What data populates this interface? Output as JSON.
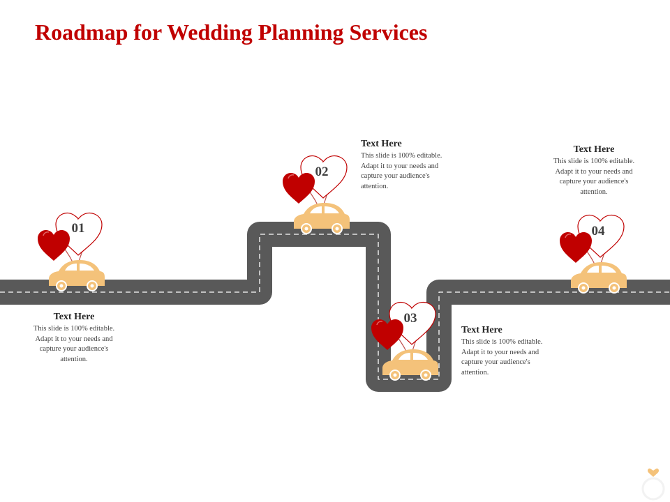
{
  "title": "Roadmap for Wedding Planning Services",
  "colors": {
    "title": "#c00000",
    "road": "#595959",
    "heart_red": "#c00000",
    "car": "#f4c27a"
  },
  "milestones": [
    {
      "number": "01",
      "heading": "Text Here",
      "body": "This slide is 100% editable. Adapt it to your needs and capture your audience's attention."
    },
    {
      "number": "02",
      "heading": "Text Here",
      "body": "This slide is 100% editable. Adapt it to your needs and capture your audience's attention."
    },
    {
      "number": "03",
      "heading": "Text Here",
      "body": "This slide is 100% editable. Adapt it to your needs and capture your audience's attention."
    },
    {
      "number": "04",
      "heading": "Text Here",
      "body": "This slide is 100% editable. Adapt it to your needs and capture your audience's attention."
    }
  ],
  "icons": {
    "car": "car-icon",
    "balloon": "heart-balloon-icon",
    "decor": "ring-icon"
  }
}
